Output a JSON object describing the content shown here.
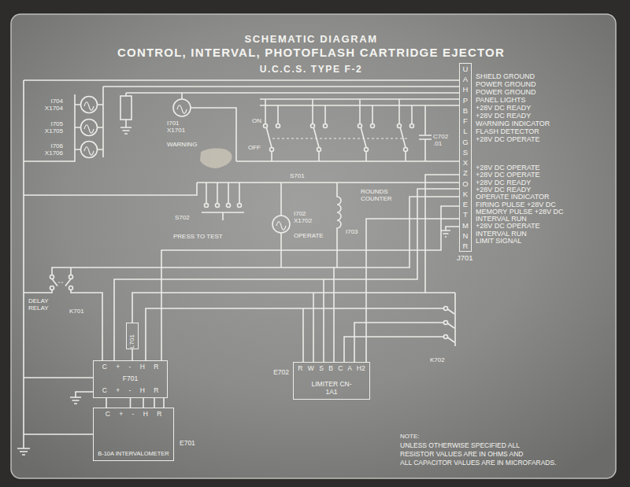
{
  "diagram": {
    "title": "SCHEMATIC DIAGRAM",
    "nodes": [
      {
        "text": [
          "U",
          "A",
          "H",
          "P",
          "B",
          "F",
          "L",
          "G",
          "S",
          "X",
          "Z",
          "O",
          "K",
          "E",
          "T",
          "M",
          "N",
          "R",
          "J701"
        ]
      },
      {
        "text": [
          "L701"
        ]
      },
      {
        "text": [
          "C + - H R",
          "F701",
          "C + - H R"
        ]
      },
      {
        "text": [
          "R W S B C A H2",
          "LIMITER CN-1A1",
          "E702"
        ]
      },
      {
        "text": [
          "C + - H R",
          "B-10A INTERVALOMETER",
          "E701"
        ]
      }
    ],
    "edges": [
      {
        "from": 0,
        "to": 1,
        "arrow": "none"
      },
      {
        "from": 0,
        "to": 2,
        "arrow": "none"
      },
      {
        "from": 0,
        "to": 2,
        "arrow": "none"
      },
      {
        "from": 0,
        "to": 3,
        "arrow": "none"
      },
      {
        "from": 1,
        "to": 2,
        "arrow": "none"
      },
      {
        "from": 2,
        "to": 4,
        "arrow": "none"
      }
    ],
    "labels": [
      "CONTROL, INTERVAL, PHOTOFLASH CARTRIDGE EJECTOR",
      "U.C.C.S. TYPE F-2",
      "SHIELD GROUND",
      "POWER GROUND",
      "POWER GROUND",
      "PANEL LIGHTS",
      "+28V DC READY",
      "+28V DC READY",
      "WARNING INDICATOR",
      "FLASH DETECTOR",
      "+28V DC OPERATE",
      "+28V DC OPERATE",
      "+28V DC OPERATE",
      "+28V DC READY",
      "+28V DC READY",
      "OPERATE INDICATOR",
      "FIRING PULSE +28V DC",
      "MEMORY PULSE +28V DC",
      "INTERVAL RUN",
      "+28V DC OPERATE",
      "INTERVAL RUN",
      "LIMIT SIGNAL",
      "I704 X1704",
      "I705 X1705",
      "I706 X1706",
      "I701 X1701",
      "WARNING",
      "ON",
      "OFF",
      "S701",
      "C702 .01",
      "ROUNDS COUNTER",
      "S702",
      "PRESS TO TEST",
      "I702 X1702",
      "OPERATE",
      "I703",
      "DELAY RELAY",
      "K701",
      "K702",
      "NOTE:",
      "UNLESS OTHERWISE SPECIFIED ALL",
      "RESISTOR VALUES ARE IN OHMS AND",
      "ALL CAPACITOR VALUES ARE IN MICROFARADS."
    ]
  }
}
